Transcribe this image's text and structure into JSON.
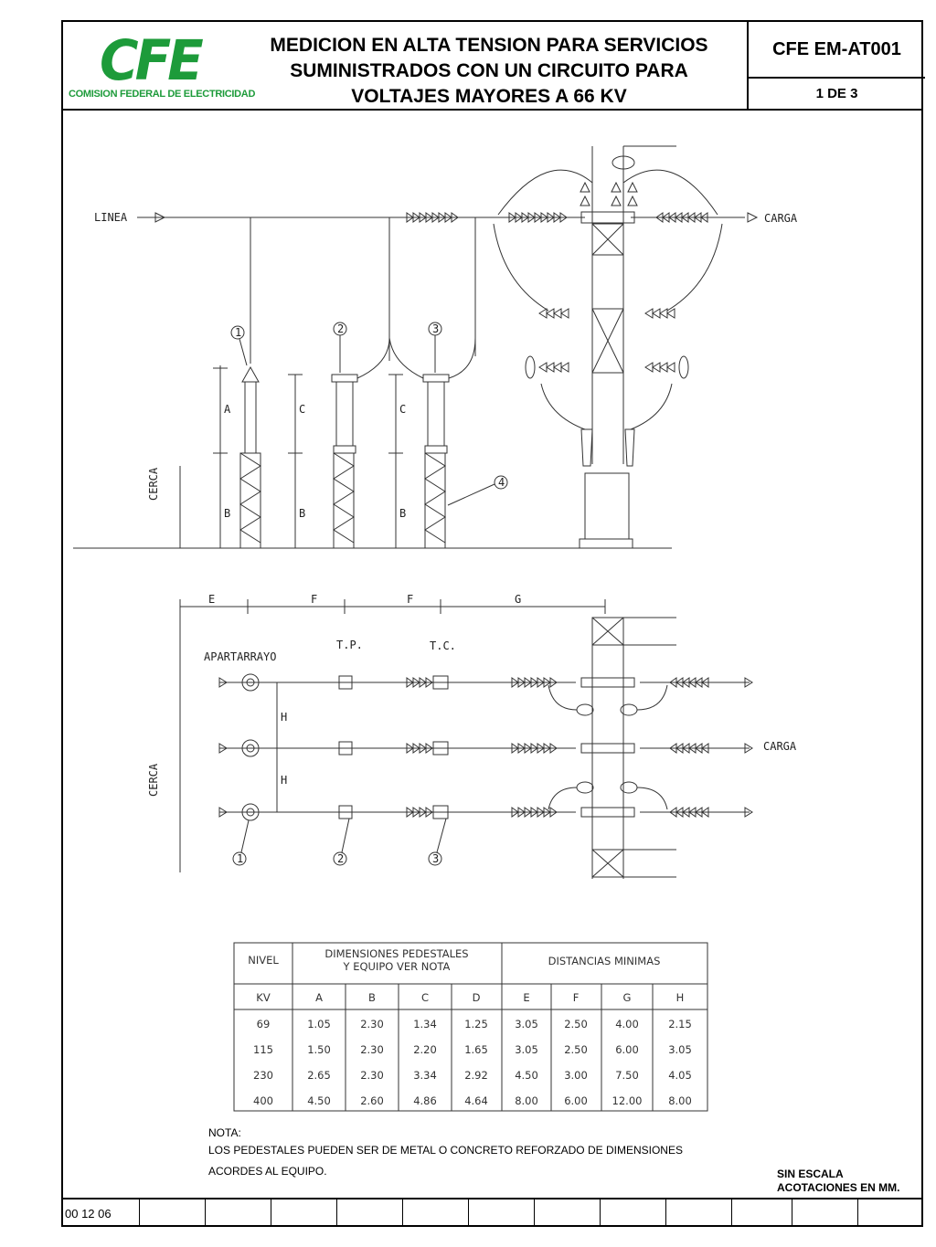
{
  "header": {
    "logo_text": "CFE",
    "logo_subtitle": "COMISION FEDERAL DE ELECTRICIDAD",
    "title_line1": "MEDICION EN ALTA TENSION PARA SERVICIOS",
    "title_line2": "SUMINISTRADOS CON UN CIRCUITO PARA",
    "title_line3": "VOLTAJES MAYORES A 66 KV",
    "code": "CFE EM-AT001",
    "page": "1 DE 3"
  },
  "elevation": {
    "line_label": "LINEA",
    "load_label": "CARGA",
    "fence_label": "CERCA",
    "dim_a": "A",
    "dim_b": "B",
    "dim_c": "C",
    "markers": [
      "1",
      "2",
      "3",
      "4"
    ]
  },
  "plan": {
    "dim_e": "E",
    "dim_f": "F",
    "dim_g": "G",
    "dim_h": "H",
    "arrester_label": "APARTARRAYO",
    "tp_label": "T.P.",
    "tc_label": "T.C.",
    "load_label": "CARGA",
    "fence_label": "CERCA",
    "markers": [
      "1",
      "2",
      "3"
    ]
  },
  "table": {
    "head_nivel": "NIVEL",
    "head_dims_line1": "DIMENSIONES PEDESTALES",
    "head_dims_line2": "Y EQUIPO VER NOTA",
    "head_dist": "DISTANCIAS MINIMAS",
    "columns": [
      "KV",
      "A",
      "B",
      "C",
      "D",
      "E",
      "F",
      "G",
      "H"
    ],
    "rows": [
      [
        "69",
        "1.05",
        "2.30",
        "1.34",
        "1.25",
        "3.05",
        "2.50",
        "4.00",
        "2.15"
      ],
      [
        "115",
        "1.50",
        "2.30",
        "2.20",
        "1.65",
        "3.05",
        "2.50",
        "6.00",
        "3.05"
      ],
      [
        "230",
        "2.65",
        "2.30",
        "3.34",
        "2.92",
        "4.50",
        "3.00",
        "7.50",
        "4.05"
      ],
      [
        "400",
        "4.50",
        "2.60",
        "4.86",
        "4.64",
        "8.00",
        "6.00",
        "12.00",
        "8.00"
      ]
    ]
  },
  "notes": {
    "title": "NOTA:",
    "line1": "LOS PEDESTALES PUEDEN SER DE METAL O CONCRETO REFORZADO DE DIMENSIONES",
    "line2": "ACORDES AL EQUIPO.",
    "scale": "SIN ESCALA",
    "units": "ACOTACIONES EN MM."
  },
  "footer": {
    "date": "00  12  06"
  }
}
